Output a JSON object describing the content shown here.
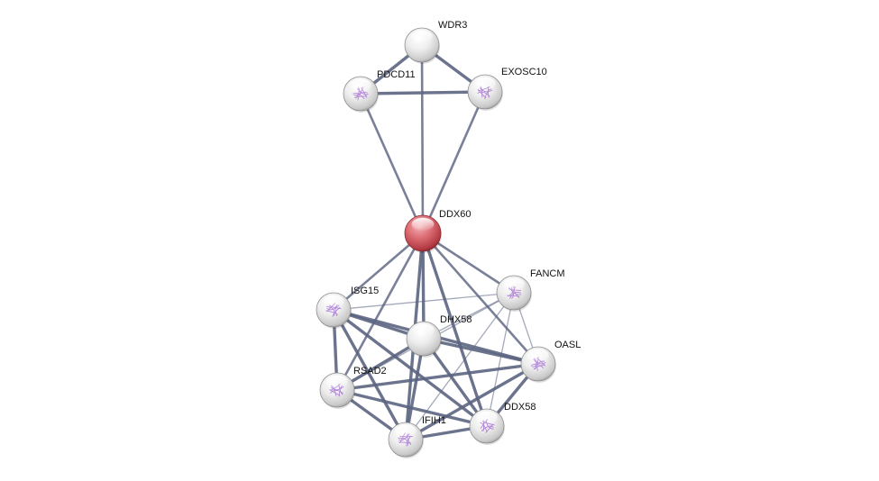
{
  "network": {
    "nodes": [
      {
        "id": "wdr3",
        "label": "WDR3",
        "query": false,
        "structure": false
      },
      {
        "id": "pdcd11",
        "label": "PDCD11",
        "query": false,
        "structure": true
      },
      {
        "id": "exosc10",
        "label": "EXOSC10",
        "query": false,
        "structure": true
      },
      {
        "id": "ddx60",
        "label": "DDX60",
        "query": true,
        "structure": false
      },
      {
        "id": "isg15",
        "label": "ISG15",
        "query": false,
        "structure": true
      },
      {
        "id": "fancm",
        "label": "FANCM",
        "query": false,
        "structure": true
      },
      {
        "id": "dhx58",
        "label": "DHX58",
        "query": false,
        "structure": false
      },
      {
        "id": "oasl",
        "label": "OASL",
        "query": false,
        "structure": true
      },
      {
        "id": "rsad2",
        "label": "RSAD2",
        "query": false,
        "structure": true
      },
      {
        "id": "ddx58",
        "label": "DDX58",
        "query": false,
        "structure": true
      },
      {
        "id": "ifih1",
        "label": "IFIH1",
        "query": false,
        "structure": true
      }
    ],
    "edges": [
      {
        "source": "wdr3",
        "target": "pdcd11",
        "weight": 3
      },
      {
        "source": "wdr3",
        "target": "exosc10",
        "weight": 3
      },
      {
        "source": "pdcd11",
        "target": "exosc10",
        "weight": 3
      },
      {
        "source": "wdr3",
        "target": "ddx60",
        "weight": 2
      },
      {
        "source": "pdcd11",
        "target": "ddx60",
        "weight": 2
      },
      {
        "source": "exosc10",
        "target": "ddx60",
        "weight": 2
      },
      {
        "source": "ddx60",
        "target": "isg15",
        "weight": 2
      },
      {
        "source": "ddx60",
        "target": "fancm",
        "weight": 2
      },
      {
        "source": "ddx60",
        "target": "dhx58",
        "weight": 3
      },
      {
        "source": "ddx60",
        "target": "oasl",
        "weight": 2
      },
      {
        "source": "ddx60",
        "target": "rsad2",
        "weight": 2
      },
      {
        "source": "ddx60",
        "target": "ddx58",
        "weight": 3
      },
      {
        "source": "ddx60",
        "target": "ifih1",
        "weight": 3
      },
      {
        "source": "isg15",
        "target": "fancm",
        "weight": 1
      },
      {
        "source": "isg15",
        "target": "dhx58",
        "weight": 3
      },
      {
        "source": "isg15",
        "target": "oasl",
        "weight": 3
      },
      {
        "source": "isg15",
        "target": "rsad2",
        "weight": 3
      },
      {
        "source": "isg15",
        "target": "ddx58",
        "weight": 3
      },
      {
        "source": "isg15",
        "target": "ifih1",
        "weight": 3
      },
      {
        "source": "fancm",
        "target": "dhx58",
        "weight": 1
      },
      {
        "source": "fancm",
        "target": "oasl",
        "weight": 1
      },
      {
        "source": "fancm",
        "target": "rsad2",
        "weight": 1
      },
      {
        "source": "fancm",
        "target": "ifih1",
        "weight": 1
      },
      {
        "source": "fancm",
        "target": "ddx58",
        "weight": 1
      },
      {
        "source": "dhx58",
        "target": "oasl",
        "weight": 3
      },
      {
        "source": "dhx58",
        "target": "rsad2",
        "weight": 3
      },
      {
        "source": "dhx58",
        "target": "ddx58",
        "weight": 3
      },
      {
        "source": "dhx58",
        "target": "ifih1",
        "weight": 3
      },
      {
        "source": "oasl",
        "target": "rsad2",
        "weight": 3
      },
      {
        "source": "oasl",
        "target": "ddx58",
        "weight": 3
      },
      {
        "source": "oasl",
        "target": "ifih1",
        "weight": 3
      },
      {
        "source": "rsad2",
        "target": "ddx58",
        "weight": 3
      },
      {
        "source": "rsad2",
        "target": "ifih1",
        "weight": 3
      },
      {
        "source": "ifih1",
        "target": "ddx58",
        "weight": 3
      }
    ],
    "colors": {
      "edge": "#5b6481",
      "query_node": "#d8646b",
      "node": "#e6e6e6",
      "structure": "#a06ad0"
    }
  }
}
